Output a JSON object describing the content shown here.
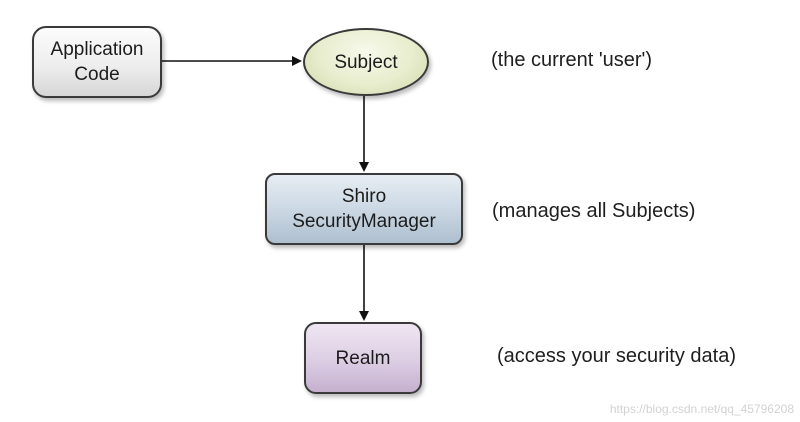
{
  "nodes": {
    "application_code": {
      "line1": "Application",
      "line2": "Code"
    },
    "subject": {
      "label": "Subject"
    },
    "security_manager": {
      "line1": "Shiro",
      "line2": "SecurityManager"
    },
    "realm": {
      "label": "Realm"
    }
  },
  "annotations": {
    "subject": "(the current 'user')",
    "security_manager": "(manages all Subjects)",
    "realm": "(access your security data)"
  },
  "watermark": "https://blog.csdn.net/qq_45796208",
  "edges": [
    {
      "from": "application_code",
      "to": "subject"
    },
    {
      "from": "subject",
      "to": "security_manager"
    },
    {
      "from": "security_manager",
      "to": "realm"
    }
  ],
  "colors": {
    "application_code_fill": "#eeeeee",
    "subject_fill": "#e7edcd",
    "security_manager_fill": "#c9d6e2",
    "realm_fill": "#dccde3",
    "outline": "#3a3a3a",
    "arrow": "#111111"
  }
}
